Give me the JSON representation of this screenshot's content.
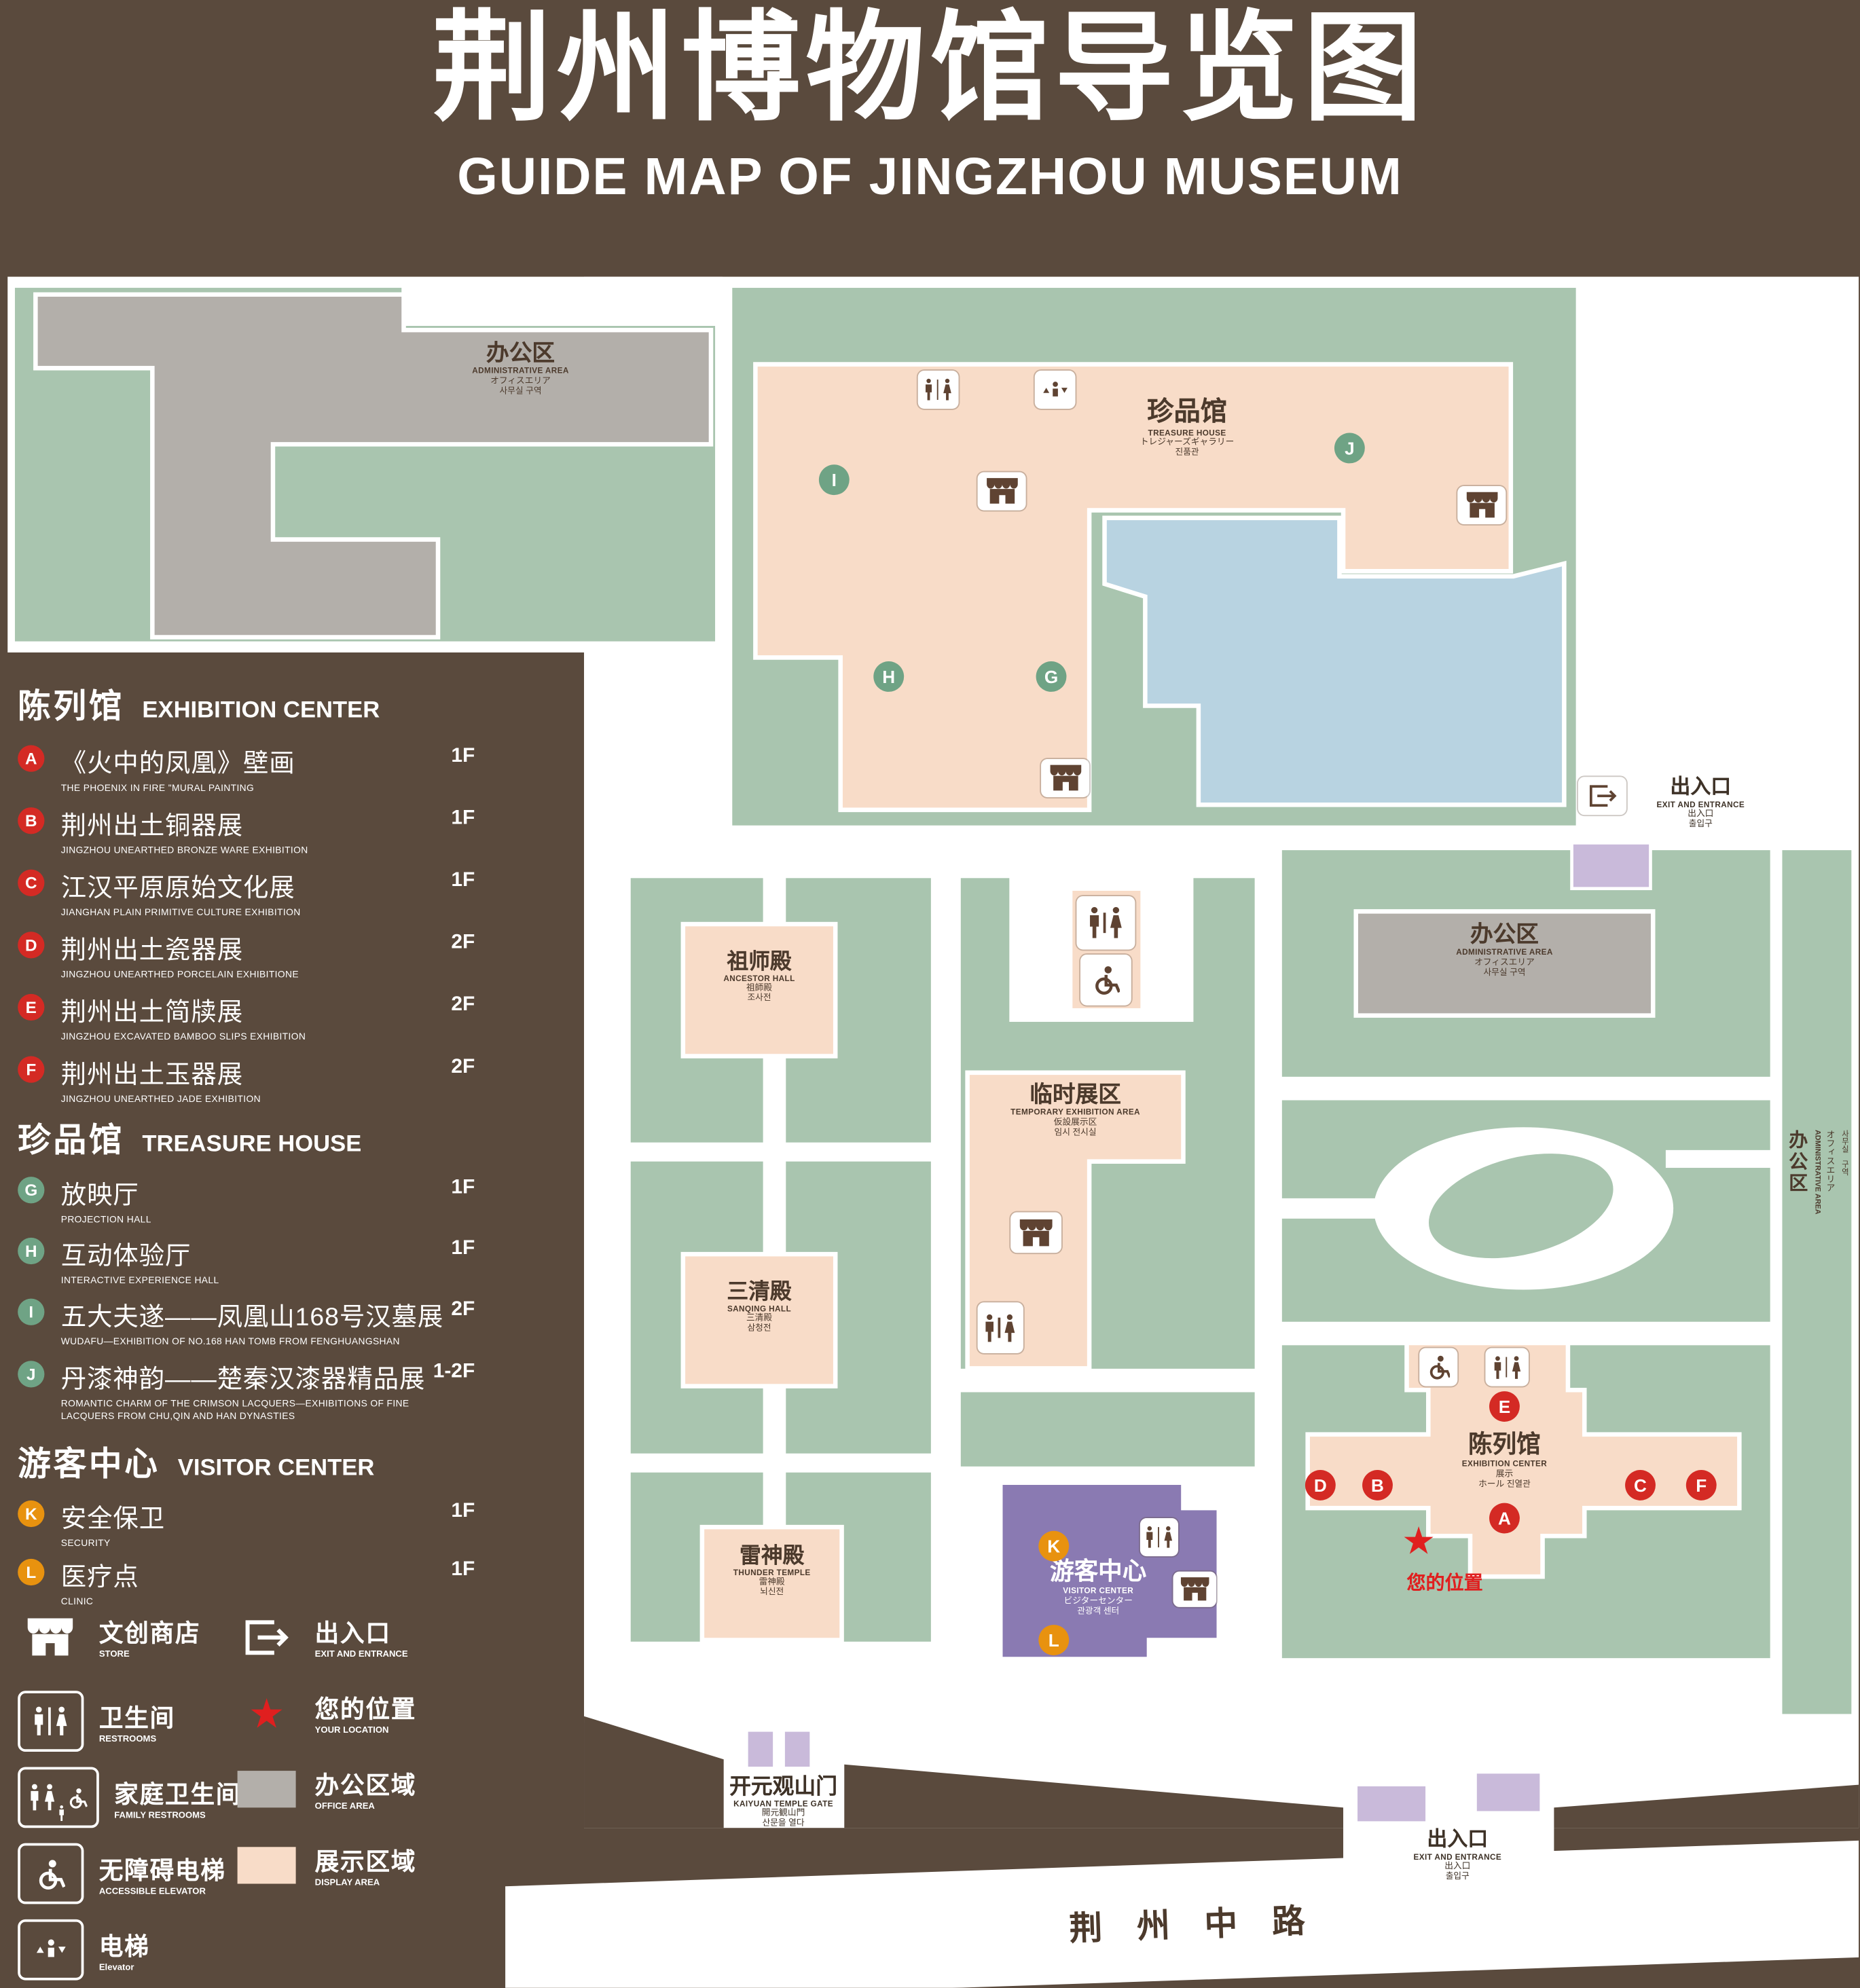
{
  "header": {
    "title_zh": "荆州博物馆导览图",
    "title_en": "GUIDE MAP OF JINGZHOU MUSEUM"
  },
  "legend": {
    "sections": [
      {
        "title_zh": "陈列馆",
        "title_en": "EXHIBITION CENTER",
        "items": [
          {
            "letter": "A",
            "zh": "《火中的凤凰》壁画",
            "en": "THE PHOENIX IN FIRE \"MURAL PAINTING",
            "floor": "1F"
          },
          {
            "letter": "B",
            "zh": "荆州出土铜器展",
            "en": "JINGZHOU UNEARTHED BRONZE WARE EXHIBITION",
            "floor": "1F"
          },
          {
            "letter": "C",
            "zh": "江汉平原原始文化展",
            "en": "JIANGHAN PLAIN PRIMITIVE CULTURE EXHIBITION",
            "floor": "1F"
          },
          {
            "letter": "D",
            "zh": "荆州出土瓷器展",
            "en": "JINGZHOU UNEARTHED PORCELAIN EXHIBITIONE",
            "floor": "2F"
          },
          {
            "letter": "E",
            "zh": "荆州出土简牍展",
            "en": "JINGZHOU EXCAVATED BAMBOO SLIPS EXHIBITION",
            "floor": "2F"
          },
          {
            "letter": "F",
            "zh": "荆州出土玉器展",
            "en": "JINGZHOU UNEARTHED JADE EXHIBITION",
            "floor": "2F"
          }
        ]
      },
      {
        "title_zh": "珍品馆",
        "title_en": "TREASURE HOUSE",
        "items": [
          {
            "letter": "G",
            "zh": "放映厅",
            "en": "PROJECTION HALL",
            "floor": "1F"
          },
          {
            "letter": "H",
            "zh": "互动体验厅",
            "en": "INTERACTIVE EXPERIENCE HALL",
            "floor": "1F"
          },
          {
            "letter": "I",
            "zh": "五大夫遂——凤凰山168号汉墓展",
            "en": "WUDAFU—EXHIBITION OF NO.168 HAN TOMB FROM FENGHUANGSHAN",
            "floor": "2F"
          },
          {
            "letter": "J",
            "zh": "丹漆神韵——楚秦汉漆器精品展",
            "en": "ROMANTIC CHARM OF THE CRIMSON LACQUERS—EXHIBITIONS OF FINE LACQUERS FROM CHU,QIN AND HAN DYNASTIES",
            "floor": "1-2F"
          }
        ]
      },
      {
        "title_zh": "游客中心",
        "title_en": "VISITOR CENTER",
        "items": [
          {
            "letter": "K",
            "zh": "安全保卫",
            "en": "SECURITY",
            "floor": "1F"
          },
          {
            "letter": "L",
            "zh": "医疗点",
            "en": "CLINIC",
            "floor": "1F"
          }
        ]
      }
    ],
    "symbols": [
      {
        "zh": "文创商店",
        "en": "STORE"
      },
      {
        "zh": "出入口",
        "en": "EXIT AND ENTRANCE"
      },
      {
        "zh": "卫生间",
        "en": "RESTROOMS"
      },
      {
        "zh": "您的位置",
        "en": "YOUR LOCATION"
      },
      {
        "zh": "家庭卫生间",
        "en": "FAMILY RESTROOMS"
      },
      {
        "zh": "办公区域",
        "en": "OFFICE AREA"
      },
      {
        "zh": "无障碍电梯",
        "en": "ACCESSIBLE ELEVATOR"
      },
      {
        "zh": "展示区域",
        "en": "DISPLAY AREA"
      },
      {
        "zh": "电梯",
        "en": "Elevator"
      }
    ]
  },
  "map": {
    "buildings": {
      "admin_nw": {
        "zh": "办公区",
        "en": "ADMINISTRATIVE AREA",
        "ja": "オフィスエリア",
        "ko": "사무실 구역"
      },
      "treasure_house": {
        "zh": "珍品馆",
        "en": "TREASURE HOUSE",
        "ja": "トレジャーズギャラリー",
        "ko": "진품관"
      },
      "ancestor_hall": {
        "zh": "祖师殿",
        "en": "ANCESTOR HALL",
        "ja": "祖師殿",
        "ko": "조사전"
      },
      "sanqing_hall": {
        "zh": "三清殿",
        "en": "SANQING HALL",
        "ja": "三清殿",
        "ko": "삼청전"
      },
      "thunder_temple": {
        "zh": "雷神殿",
        "en": "THUNDER TEMPLE",
        "ja": "雷神殿",
        "ko": "뇌신전"
      },
      "temporary_exhibition": {
        "zh": "临时展区",
        "en": "TEMPORARY EXHIBITION AREA",
        "ja": "仮設展示区",
        "ko": "임시 전시실"
      },
      "admin_ne": {
        "zh": "办公区",
        "en": "ADMINISTRATIVE AREA",
        "ja": "オフィスエリア",
        "ko": "사무실 구역"
      },
      "admin_east": {
        "zh": "办公区",
        "en": "ADMINISTRATIVE AREA",
        "ja": "オフィスエリア",
        "ko": "사무실 구역"
      },
      "exhibition_center": {
        "zh": "陈列馆",
        "en": "EXHIBITION CENTER",
        "ja": "展示",
        "ko": "ホール 진열관"
      },
      "visitor_center": {
        "zh": "游客中心",
        "en": "VISITOR CENTER",
        "ja": "ビジターセンター",
        "ko": "관광객 센터"
      },
      "kaiyuan_gate": {
        "zh": "开元观山门",
        "en": "KAIYUAN TEMPLE GATE",
        "ja": "開元観山門",
        "ko": "산문을 열다"
      }
    },
    "exit_ne": {
      "zh": "出入口",
      "en": "EXIT AND ENTRANCE",
      "ja": "出入口",
      "ko": "출입구"
    },
    "exit_s": {
      "zh": "出入口",
      "en": "EXIT AND ENTRANCE",
      "ja": "出入口",
      "ko": "출입구"
    },
    "your_location": "您的位置",
    "road": "荆 州 中 路",
    "markers": {
      "A": "A",
      "B": "B",
      "C": "C",
      "D": "D",
      "E": "E",
      "F": "F",
      "G": "G",
      "H": "H",
      "I": "I",
      "J": "J",
      "K": "K",
      "L": "L"
    }
  },
  "colors": {
    "background": "#5a4a3d",
    "green_area": "#a9c5af",
    "display_area": "#f8dcc8",
    "office_area": "#b3afaa",
    "visitor_center": "#8a7ab2",
    "entrance_block": "#c9bada",
    "pond": "#b8d3e1",
    "marker_red": "#d42a24",
    "marker_green": "#6fa385",
    "marker_orange": "#e8920f"
  }
}
